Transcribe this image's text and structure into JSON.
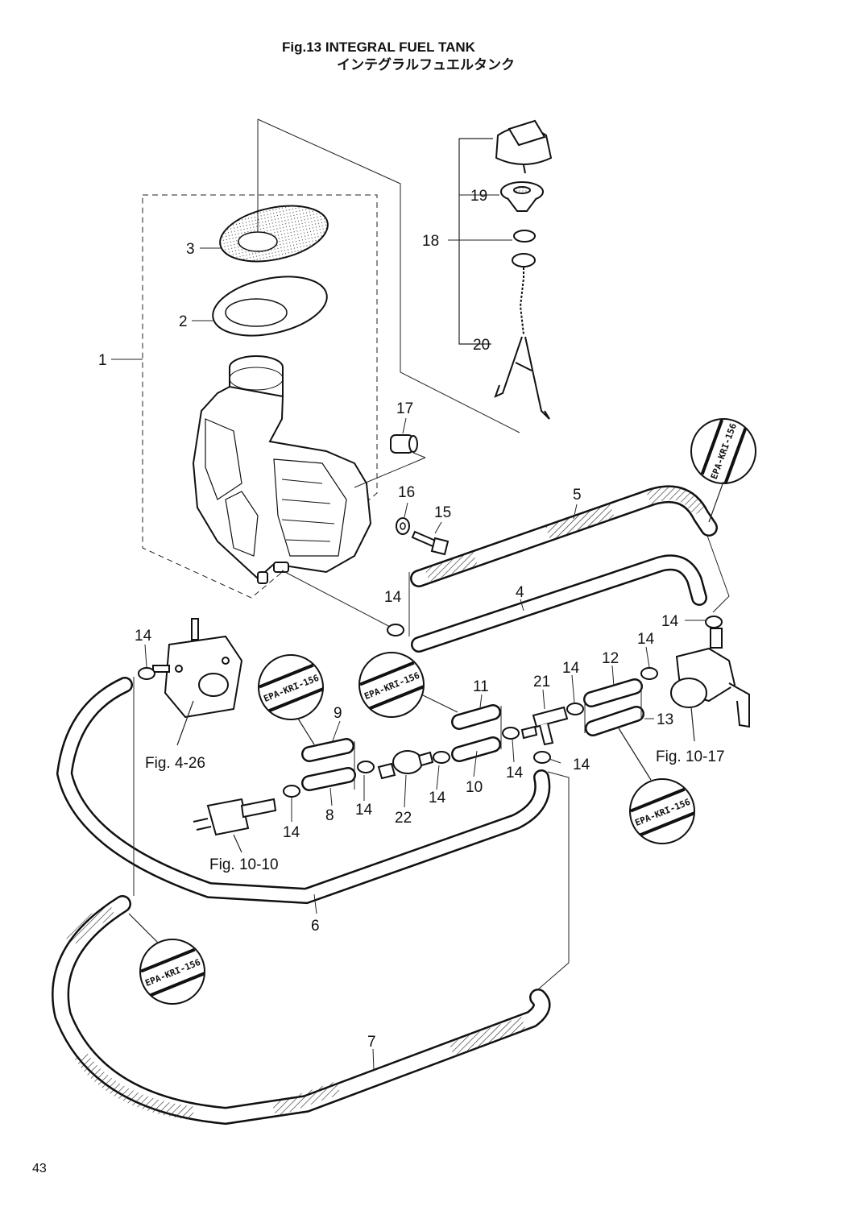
{
  "header": {
    "title": "Fig.13  INTEGRAL FUEL TANK",
    "subtitle": "インテグラルフュエルタンク"
  },
  "page_number": "43",
  "callouts": {
    "c1": "1",
    "c2": "2",
    "c3": "3",
    "c4": "4",
    "c5": "5",
    "c6": "6",
    "c7": "7",
    "c8": "8",
    "c9": "9",
    "c10": "10",
    "c11": "11",
    "c12": "12",
    "c13": "13",
    "c15": "15",
    "c16": "16",
    "c17": "17",
    "c18": "18",
    "c19": "19",
    "c20": "20",
    "c21": "21",
    "c22": "22",
    "c14": "14"
  },
  "figure_refs": {
    "pump": "Fig. 4-26",
    "carb": "Fig. 10-10",
    "cock": "Fig. 10-17"
  },
  "stamps": {
    "text": "EPA-KRI-156"
  }
}
